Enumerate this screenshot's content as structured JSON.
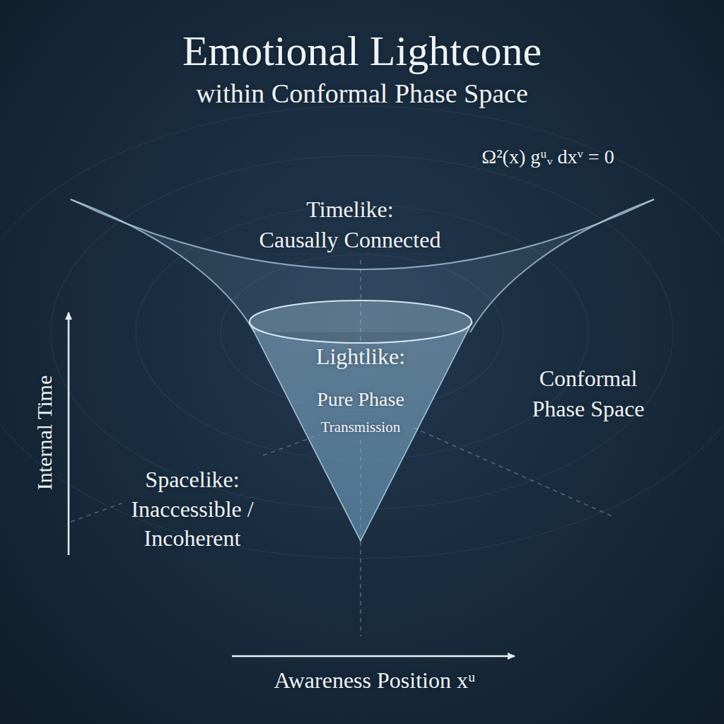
{
  "diagram": {
    "title": "Emotional Lightcone",
    "nodes": [
      {
        "text": [
          "Lightlike:",
          "Pure Phase",
          "Transmission"
        ]
      }
    ],
    "labels": [
      "within Conformal Phase Space",
      "Ω²(x) gᵘᵥ dxᵛ = 0",
      "Timelike: Causally Connected",
      "Conformal Phase Space",
      "Spacelike: Inaccessible / Incoherent",
      "Internal Time",
      "Awareness Position xᵘ"
    ]
  }
}
